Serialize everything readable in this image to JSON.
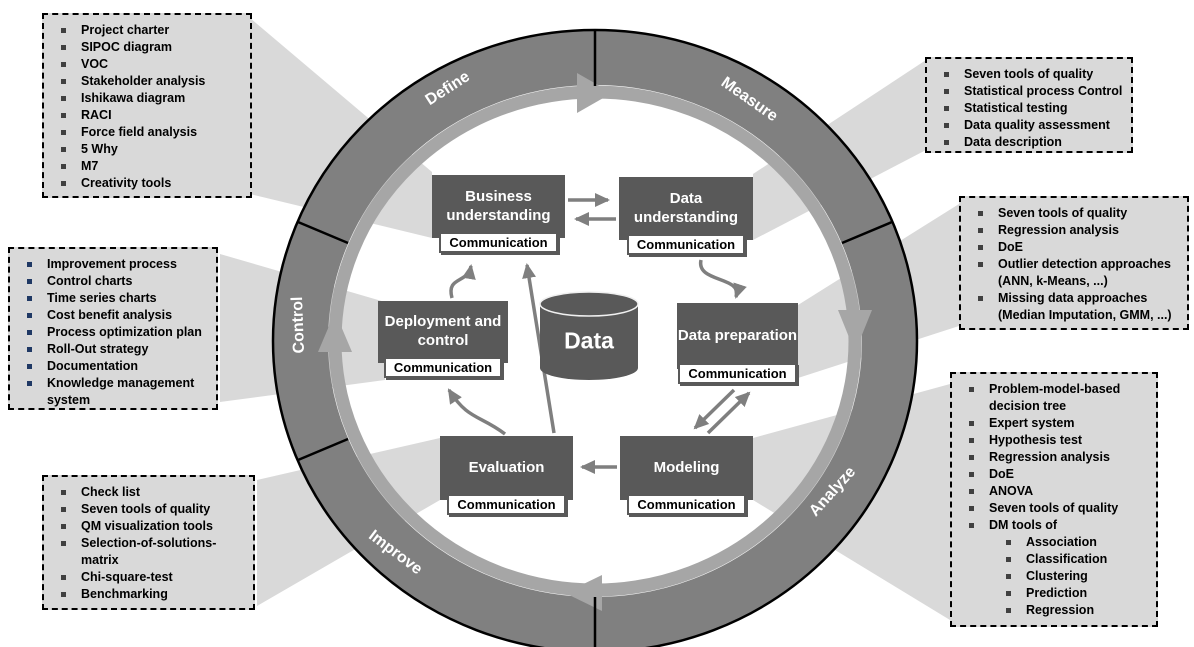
{
  "colors": {
    "ring": "#808080",
    "ring_outline": "#000000",
    "flow_band": "#a6a6a6",
    "wedge": "#d9d9d9",
    "process_box": "#595959",
    "arrow": "#7f7f7f",
    "callout_bg": "#d9d9d9",
    "bullet_default": "#404040",
    "bullet_control": "#1f3864"
  },
  "ring": {
    "phases": [
      {
        "label": "Define"
      },
      {
        "label": "Measure"
      },
      {
        "label": "Analyze"
      },
      {
        "label": "Improve"
      },
      {
        "label": "Control"
      }
    ]
  },
  "center": {
    "database_label": "Data"
  },
  "process": {
    "communication_label": "Communication",
    "steps": [
      {
        "label": "Business understanding"
      },
      {
        "label": "Data understanding"
      },
      {
        "label": "Data preparation"
      },
      {
        "label": "Modeling"
      },
      {
        "label": "Evaluation"
      },
      {
        "label": "Deployment and control"
      }
    ]
  },
  "callouts": {
    "define": {
      "phase": "Define",
      "bullet_color": "#404040",
      "items": [
        {
          "text": "Project charter"
        },
        {
          "text": "SIPOC diagram"
        },
        {
          "text": "VOC"
        },
        {
          "text": "Stakeholder analysis"
        },
        {
          "text": "Ishikawa diagram"
        },
        {
          "text": "RACI"
        },
        {
          "text": "Force field analysis"
        },
        {
          "text": "5 Why"
        },
        {
          "text": "M7"
        },
        {
          "text": "Creativity tools"
        }
      ]
    },
    "measure": {
      "phase": "Measure",
      "bullet_color": "#404040",
      "items": [
        {
          "text": "Seven tools of quality"
        },
        {
          "text": "Statistical process Control"
        },
        {
          "text": "Statistical testing"
        },
        {
          "text": "Data quality assessment"
        },
        {
          "text": "Data description"
        }
      ]
    },
    "data_preparation": {
      "phase": "Measure/Analyze",
      "bullet_color": "#404040",
      "items": [
        {
          "text": "Seven tools of quality"
        },
        {
          "text": "Regression analysis"
        },
        {
          "text": "DoE"
        },
        {
          "text": "Outlier detection approaches\n(ANN, k-Means, ...)"
        },
        {
          "text": "Missing data approaches\n(Median Imputation, GMM, ...)"
        }
      ]
    },
    "analyze": {
      "phase": "Analyze",
      "bullet_color": "#404040",
      "items": [
        {
          "text": "Problem-model-based\ndecision tree"
        },
        {
          "text": "Expert system"
        },
        {
          "text": "Hypothesis test"
        },
        {
          "text": "Regression analysis"
        },
        {
          "text": "DoE"
        },
        {
          "text": "ANOVA"
        },
        {
          "text": "Seven tools of quality"
        },
        {
          "text": "DM tools of"
        },
        {
          "text": "Association",
          "level": 1
        },
        {
          "text": "Classification",
          "level": 1
        },
        {
          "text": "Clustering",
          "level": 1
        },
        {
          "text": "Prediction",
          "level": 1
        },
        {
          "text": "Regression",
          "level": 1
        }
      ]
    },
    "control": {
      "phase": "Control",
      "bullet_color": "#1f3864",
      "items": [
        {
          "text": "Improvement process"
        },
        {
          "text": "Control charts"
        },
        {
          "text": "Time series charts"
        },
        {
          "text": "Cost benefit analysis"
        },
        {
          "text": "Process optimization plan"
        },
        {
          "text": "Roll-Out strategy"
        },
        {
          "text": "Documentation"
        },
        {
          "text": "Knowledge management\nsystem"
        }
      ]
    },
    "improve": {
      "phase": "Improve",
      "bullet_color": "#404040",
      "items": [
        {
          "text": "Check list"
        },
        {
          "text": "Seven tools of quality"
        },
        {
          "text": "QM visualization tools"
        },
        {
          "text": "Selection-of-solutions-\nmatrix"
        },
        {
          "text": "Chi-square-test"
        },
        {
          "text": "Benchmarking"
        }
      ]
    }
  }
}
